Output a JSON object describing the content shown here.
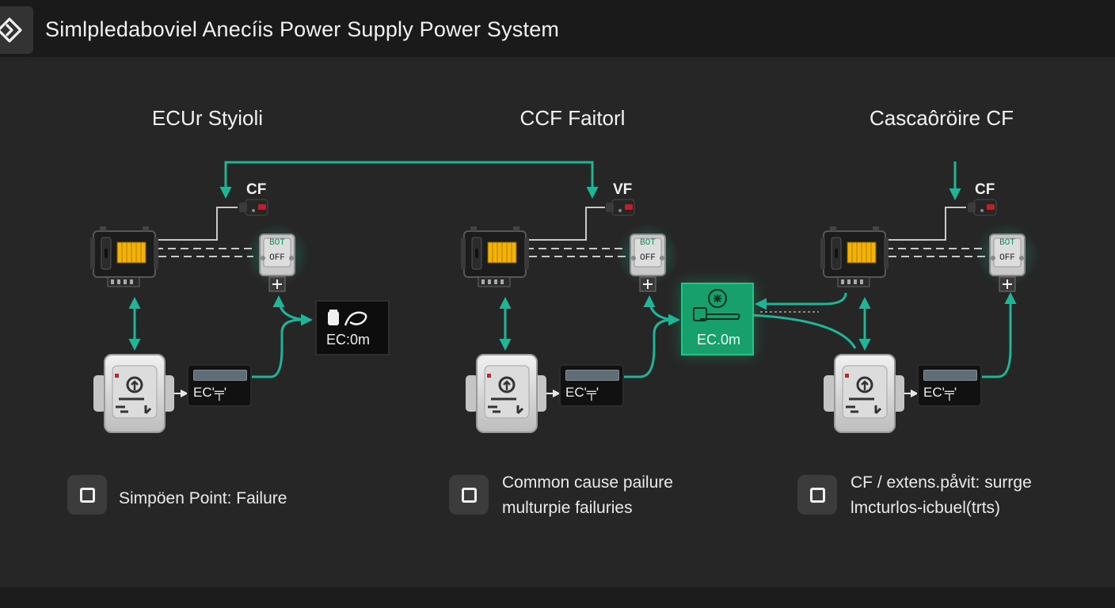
{
  "header": {
    "title": "Simlpledaboviel Anecíis Power Supply Power System",
    "icon": "diamond-chevron-icon"
  },
  "colors": {
    "background": "#262626",
    "titlebar": "#1a1a1a",
    "wire": "#1fb596",
    "accent_box": "#17a06c"
  },
  "sections": [
    {
      "title": "ECUr Styioli",
      "cf_label": "CF",
      "relay_top": "BOT",
      "relay_bottom": "OFF",
      "display_label": "EC'╤'",
      "box_label": "EC:0m"
    },
    {
      "title": "CCF Faitorl",
      "cf_label": "VF",
      "relay_top": "BOT",
      "relay_bottom": "OFF",
      "display_label": "EC'╤'",
      "box_label": "EC.0m"
    },
    {
      "title": "Cascaôröire CF",
      "cf_label": "CF",
      "relay_top": "BOT",
      "relay_bottom": "OFF",
      "display_label": "EC'╤'"
    }
  ],
  "legend": [
    {
      "lines": [
        "Simpöen Point: Failure"
      ]
    },
    {
      "lines": [
        "Common cause pailure",
        "multurpie failuries"
      ]
    },
    {
      "lines": [
        "CF / extens.påvit: surrge",
        "lmcturlos-icbuel(trts)"
      ]
    }
  ]
}
